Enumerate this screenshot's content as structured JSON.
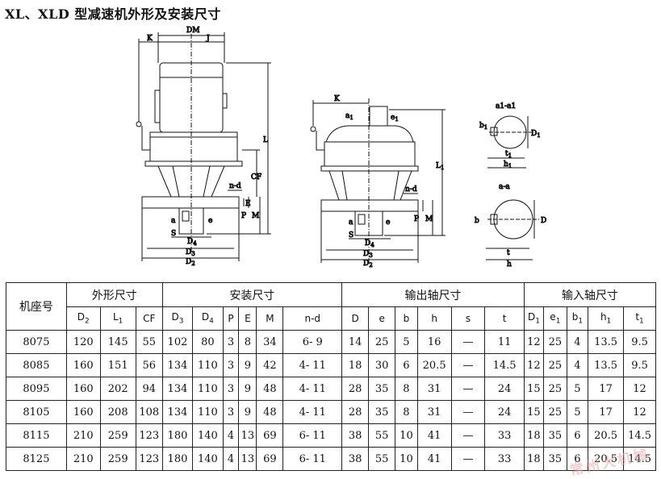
{
  "title": "XL、XLD 型减速机外形及安装尺寸",
  "drawing_labels": {
    "dm": "DM",
    "k": "K",
    "j": "J",
    "l": "L",
    "cf": "CF",
    "nd": "n-d",
    "p": "P",
    "m": "M",
    "e": "E",
    "a": "a",
    "e_small": "e",
    "s": "S",
    "d4": "D4",
    "d3": "D3",
    "d2": "D2",
    "l1": "L1",
    "a1": "a1",
    "e1": "e1",
    "section_a1": "a1-a1",
    "b1": "b1",
    "d1": "D1",
    "t1": "t1",
    "h1": "h1",
    "section_a": "a-a",
    "b": "b",
    "d": "D",
    "t": "t",
    "h": "h"
  },
  "table": {
    "row_header": "机座号",
    "groups": [
      "外形尺寸",
      "安装尺寸",
      "输出轴尺寸",
      "输入轴尺寸"
    ],
    "columns": [
      "D2",
      "L1",
      "CF",
      "D3",
      "D4",
      "P",
      "E",
      "M",
      "n-d",
      "D",
      "e",
      "b",
      "h",
      "s",
      "t",
      "D1",
      "e1",
      "b1",
      "h1",
      "t1"
    ],
    "rows": [
      [
        "8075",
        "120",
        "145",
        "55",
        "102",
        "80",
        "3",
        "8",
        "34",
        "6- 9",
        "14",
        "25",
        "5",
        "16",
        "—",
        "11",
        "12",
        "25",
        "4",
        "13.5",
        "9.5"
      ],
      [
        "8085",
        "160",
        "151",
        "56",
        "134",
        "110",
        "3",
        "9",
        "42",
        "4- 11",
        "18",
        "30",
        "6",
        "20.5",
        "—",
        "14.5",
        "12",
        "25",
        "4",
        "13.5",
        "9.5"
      ],
      [
        "8095",
        "160",
        "202",
        "94",
        "134",
        "110",
        "3",
        "9",
        "48",
        "4- 11",
        "28",
        "35",
        "8",
        "31",
        "—",
        "24",
        "15",
        "25",
        "5",
        "17",
        "12"
      ],
      [
        "8105",
        "160",
        "208",
        "108",
        "134",
        "110",
        "3",
        "9",
        "48",
        "4- 11",
        "28",
        "35",
        "8",
        "31",
        "—",
        "24",
        "15",
        "25",
        "5",
        "17",
        "12"
      ],
      [
        "8115",
        "210",
        "259",
        "123",
        "180",
        "140",
        "4",
        "13",
        "69",
        "6- 11",
        "38",
        "55",
        "10",
        "41",
        "—",
        "33",
        "18",
        "35",
        "6",
        "20.5",
        "14.5"
      ],
      [
        "8125",
        "210",
        "259",
        "123",
        "180",
        "140",
        "4",
        "13",
        "69",
        "6- 11",
        "38",
        "55",
        "10",
        "41",
        "—",
        "33",
        "18",
        "35",
        "6",
        "20.5",
        "14.5"
      ]
    ]
  },
  "watermark": "常州大机械"
}
